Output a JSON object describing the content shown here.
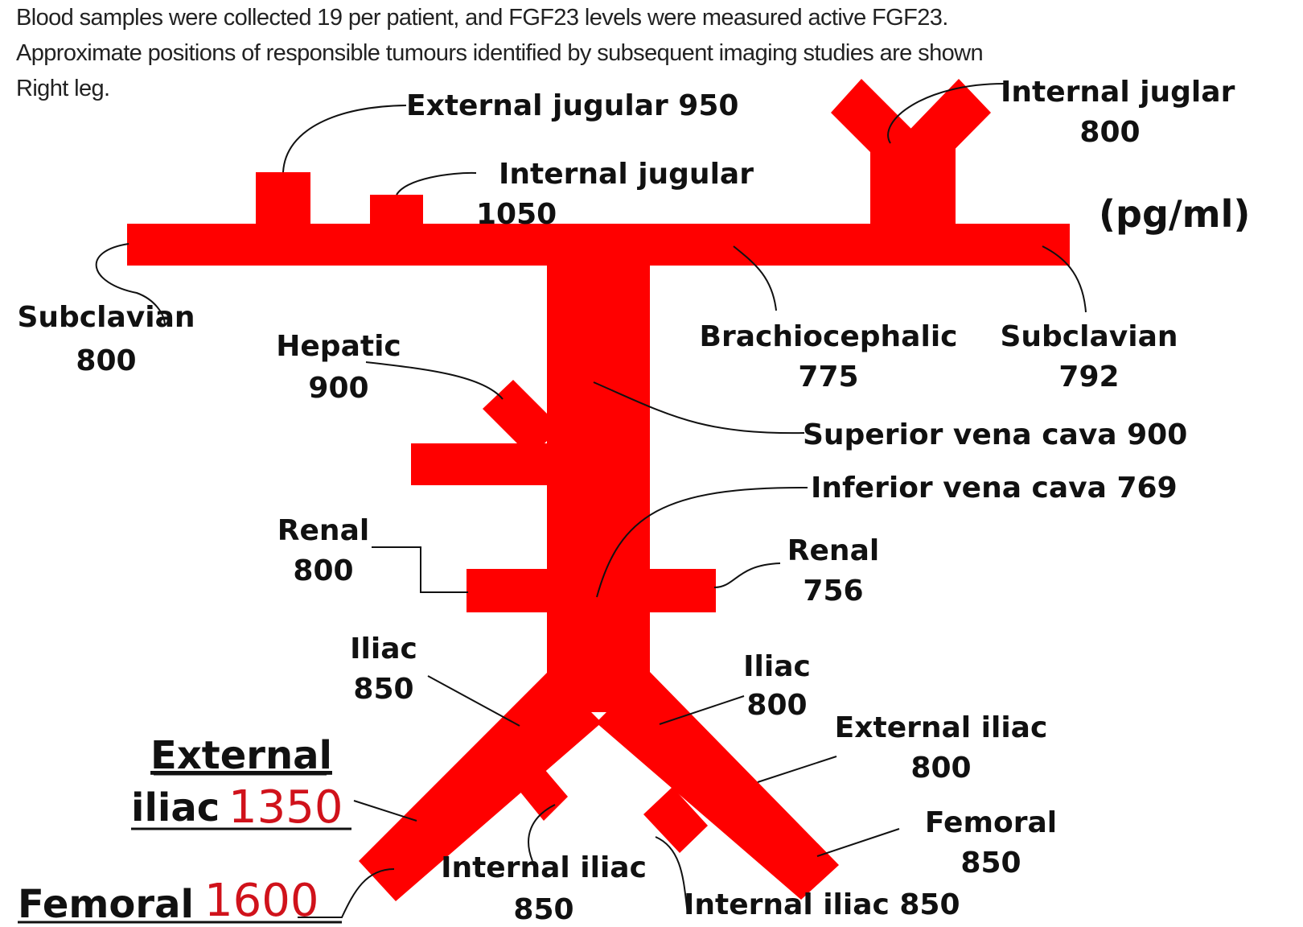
{
  "caption": {
    "line1": "Blood samples were collected 19 per patient, and FGF23 levels were measured active FGF23.",
    "line2": "Approximate positions of responsible tumours identified by subsequent imaging studies are shown",
    "line3": "Right leg."
  },
  "unit": "(pg/ml)",
  "labels": {
    "ext_jugular": "External jugular 950",
    "int_jugular_left_name": "Internal jugular",
    "int_jugular_left_value": "1050",
    "int_juglar_right_name": "Internal juglar",
    "int_juglar_right_value": "800",
    "subclavian_left_name": "Subclavian",
    "subclavian_left_value": "800",
    "hepatic_name": "Hepatic",
    "hepatic_value": "900",
    "brachiocephalic_name": "Brachiocephalic",
    "brachiocephalic_value": "775",
    "subclavian_right_name": "Subclavian",
    "subclavian_right_value": "792",
    "svc": "Superior vena cava 900",
    "ivc": "Inferior vena cava 769",
    "renal_left_name": "Renal",
    "renal_left_value": "800",
    "renal_right_name": "Renal",
    "renal_right_value": "756",
    "iliac_left_name": "Iliac",
    "iliac_left_value": "850",
    "iliac_right_name": "Iliac",
    "iliac_right_value": "800",
    "ext_iliac_left_name": "External",
    "ext_iliac_left_prefix": "iliac",
    "ext_iliac_left_value": "1350",
    "ext_iliac_right_name": "External iliac",
    "ext_iliac_right_value": "800",
    "femoral_left_name": "Femoral",
    "femoral_left_value": "1600",
    "femoral_right_name": "Femoral",
    "femoral_right_value": "850",
    "int_iliac_left_name": "Internal iliac",
    "int_iliac_left_value": "850",
    "int_iliac_right": "Internal iliac 850"
  },
  "colors": {
    "vessel": "#ff0000",
    "highlight_value": "#d0121b"
  }
}
